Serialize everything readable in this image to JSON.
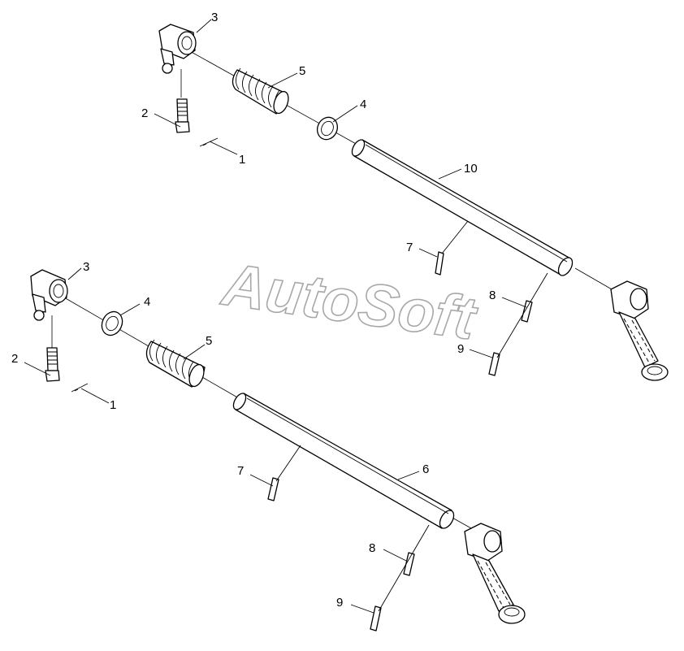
{
  "watermark": "AutoSoft",
  "callouts": {
    "top": {
      "c1": "1",
      "c2": "2",
      "c3": "3",
      "c4": "4",
      "c5": "5",
      "c7": "7",
      "c8": "8",
      "c9": "9",
      "c10": "10"
    },
    "bottom": {
      "c1": "1",
      "c2": "2",
      "c3": "3",
      "c4": "4",
      "c5": "5",
      "c6": "6",
      "c7": "7",
      "c8": "8",
      "c9": "9"
    }
  }
}
